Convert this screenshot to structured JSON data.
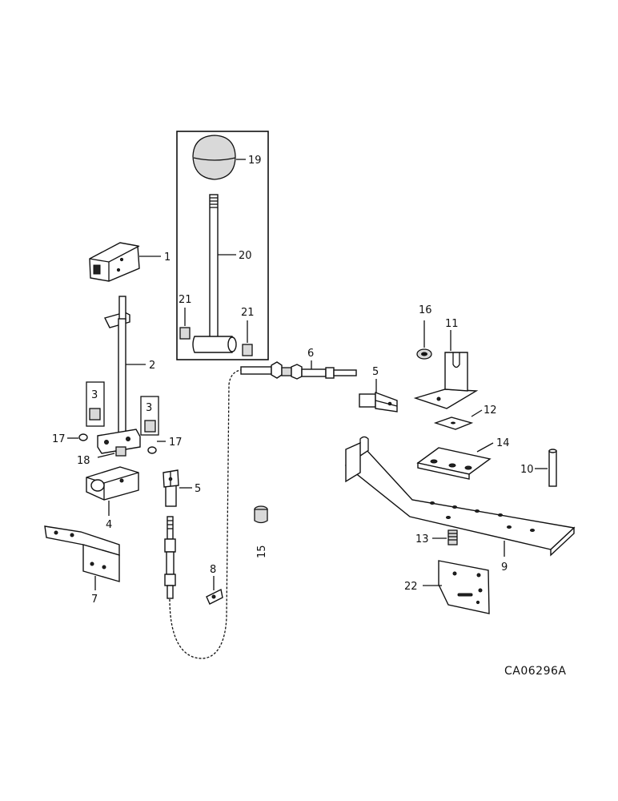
{
  "diagram": {
    "drawing_code": "CA06296A",
    "callouts": {
      "c1": "1",
      "c2": "2",
      "c3a": "3",
      "c3b": "3",
      "c4": "4",
      "c5a": "5",
      "c5b": "5",
      "c6": "6",
      "c7": "7",
      "c8": "8",
      "c9": "9",
      "c10": "10",
      "c11": "11",
      "c12": "12",
      "c13": "13",
      "c14": "14",
      "c15": "15",
      "c16": "16",
      "c17a": "17",
      "c17b": "17",
      "c18": "18",
      "c19": "19",
      "c20": "20",
      "c21a": "21",
      "c21b": "21",
      "c22": "22"
    }
  }
}
